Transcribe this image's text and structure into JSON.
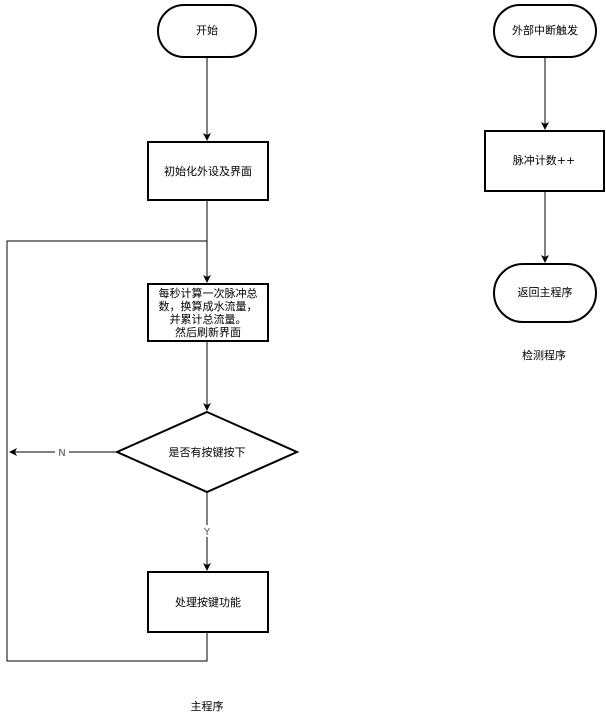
{
  "main_program": {
    "caption": "主程序",
    "start": "开始",
    "init": "初始化外设及界面",
    "compute_lines": [
      "每秒计算一次脉冲总",
      "数，换算成水流量，",
      "并累计总流量。",
      "然后刷新界面"
    ],
    "decision": "是否有按键按下",
    "no_label": "N",
    "yes_label": "Y",
    "handle": "处理按键功能"
  },
  "detect_program": {
    "caption": "检测程序",
    "trigger": "外部中断触发",
    "count": "脉冲计数++",
    "return": "返回主程序"
  }
}
